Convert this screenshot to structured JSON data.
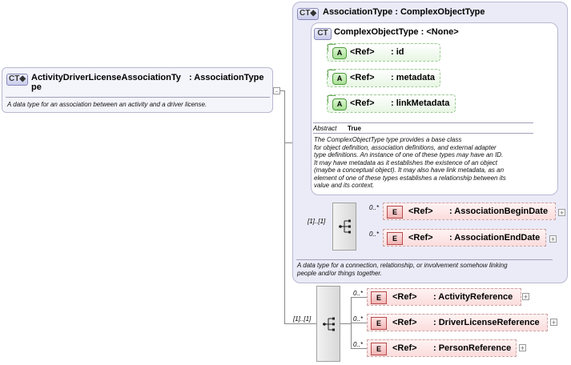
{
  "root": {
    "badge": "CT",
    "name": "ActivityDriverLicenseAssociationTy",
    "name_cont": "pe",
    "type": ": AssociationType",
    "doc": "A data type for an association between an activity and a driver license."
  },
  "assoc": {
    "badge": "CT",
    "title": "AssociationType : ComplexObjectType",
    "doc_lines": [
      "A data type for a connection, relationship, or involvement somehow linking",
      "people and/or things together."
    ]
  },
  "complex": {
    "badge": "CT",
    "title": "ComplexObjectType : <None>",
    "attributes": [
      {
        "tag": "A",
        "ref": "<Ref>",
        "name": ": id"
      },
      {
        "tag": "A",
        "ref": "<Ref>",
        "name": ": metadata"
      },
      {
        "tag": "A",
        "ref": "<Ref>",
        "name": ": linkMetadata"
      }
    ],
    "abstract_label": "Abstract",
    "abstract_value": "True",
    "doc_lines": [
      "The ComplexObjectType type provides a base class",
      "for object definition, association definitions, and external adapter",
      "type definitions. An instance of one of these types may have an ID.",
      "It may have metadata as it establishes the existence of an object",
      "(maybe a conceptual object). It may also have link metadata, as an",
      "element of one of these types establishes a relationship between its",
      "value and its context."
    ]
  },
  "assoc_sequence": {
    "cardinality": "[1]..[1]",
    "elements": [
      {
        "tag": "E",
        "ref": "<Ref>",
        "name": ": AssociationBeginDate",
        "card": "0..*"
      },
      {
        "tag": "E",
        "ref": "<Ref>",
        "name": ": AssociationEndDate",
        "card": "0..*"
      }
    ]
  },
  "root_sequence": {
    "cardinality": "[1]..[1]",
    "elements": [
      {
        "tag": "E",
        "ref": "<Ref>",
        "name": ": ActivityReference",
        "card": "0..*"
      },
      {
        "tag": "E",
        "ref": "<Ref>",
        "name": ": DriverLicenseReference",
        "card": "0..*"
      },
      {
        "tag": "E",
        "ref": "<Ref>",
        "name": ": PersonReference",
        "card": "0..*"
      }
    ]
  },
  "expand_symbol": "+",
  "collapse_symbol": "-"
}
